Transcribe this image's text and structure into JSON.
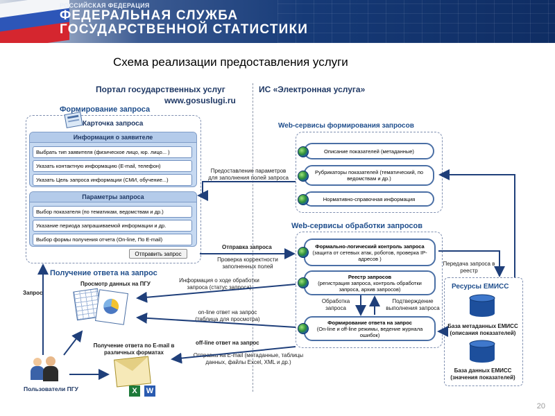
{
  "banner": {
    "subtitle": "РОССИЙСКАЯ ФЕДЕРАЦИЯ",
    "line1": "ФЕДЕРАЛЬНАЯ СЛУЖБА",
    "line2": "ГОСУДАРСТВЕННОЙ СТАТИСТИКИ"
  },
  "title": "Схема реализации предоставления услуги",
  "portal": {
    "title": "Портал государственных услуг",
    "url": "www.gosuslugi.ru"
  },
  "is_title": "ИС «Электронная услуга»",
  "request_formation": {
    "title": "Формирование запроса",
    "card_title": "Карточка запроса",
    "applicant": {
      "title": "Информация о заявителе",
      "fields": [
        "Выбрать тип заявителя (физическое лицо, юр. лицо... )",
        "Указать контактную информацию (E-mail, телефон)",
        "Указать Цель запроса информации (СМИ, обучение...)"
      ]
    },
    "params": {
      "title": "Параметры запроса",
      "fields": [
        "Выбор показателя (по тематикам, ведомствам и др.)",
        "Указание периода запрашиваемой информации и др.",
        "Выбор формы получения отчета (On-line, По E-mail)"
      ]
    },
    "submit_button": "Отправить запрос"
  },
  "response": {
    "title": "Получение ответа на запрос",
    "view_label": "Просмотр данных на ПГУ",
    "email_label": "Получение ответа по E-mail в различных форматах"
  },
  "users_label": "Пользователи ПГУ",
  "ws_formation": {
    "title": "Web-сервисы формирования запросов",
    "items": [
      "Описание показателей (метаданные)",
      "Рубрикаторы показателей (тематический, по ведомствам и др.)",
      "Нормативно-справочная информация"
    ]
  },
  "ws_processing": {
    "title": "Web-сервисы обработки запросов",
    "items": [
      {
        "title": "Формально-логический контроль запроса",
        "detail": "(защита от сетевых атак, роботов, проверка IP-адресов )"
      },
      {
        "title": "Реестр запросов",
        "detail": "(регистрация запроса, контроль обработки запроса, архив запросов)"
      },
      {
        "title": "Формирование ответа на запрос",
        "detail": "(On-line и off-line режимы, ведение журнала ошибок)"
      }
    ]
  },
  "resources": {
    "title": "Ресурсы ЕМИСС",
    "db1": "База метаданных ЕМИСС (описания показателей)",
    "db2": "База данных ЕМИСС (значения показателей)"
  },
  "flow_labels": {
    "params_provision": "Предоставление параметров для заполнения полей запроса",
    "send_request": "Отправка запроса",
    "check_correctness": "Проверка корректности заполненных полей",
    "progress_info": "Информация о ходе обработки запроса (статус запроса)",
    "online_answer": "on-line ответ на запрос (таблица для просмотра)",
    "offline_answer": "off-line ответ на запрос",
    "email_send": "Отправка на E-mail (метаданные, таблицы данных, файлы Excel, XML и др.)",
    "request": "Запрос",
    "process_request": "Обработка запроса",
    "confirm_done": "Подтверждение выполнения запроса",
    "transfer_registry": "Передача запроса в реестр"
  },
  "icons": {
    "excel": "X",
    "word": "W"
  },
  "page_number": "20"
}
